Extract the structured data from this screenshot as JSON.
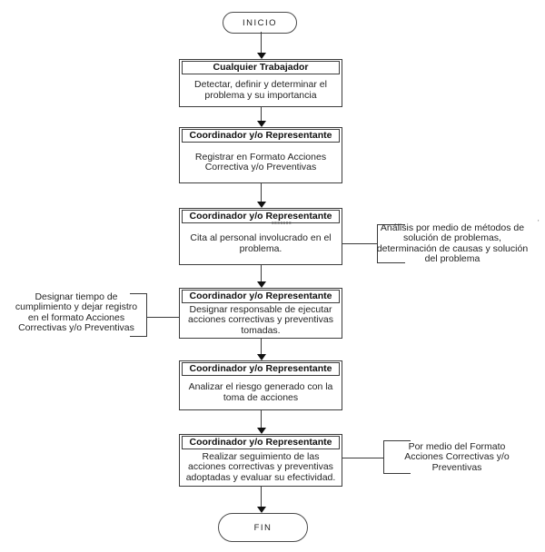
{
  "flow": {
    "start_label": "INICIO",
    "end_label": "FIN",
    "boxes": [
      {
        "header": "Cualquier Trabajador",
        "body": "Detectar, definir y determinar el\nproblema y su importancia"
      },
      {
        "header": "Coordinador y/o Representante",
        "body": "Registrar en Formato Acciones\nCorrectiva y/o Preventivas"
      },
      {
        "header": "Coordinador y/o Representante",
        "artifact": "coossoo",
        "body": "Cita al personal involucrado en el\nproblema."
      },
      {
        "header": "Coordinador y/o Representante",
        "body": "Designar responsable de ejecutar\nacciones correctivas y preventivas\ntomadas."
      },
      {
        "header": "Coordinador y/o Representante",
        "body": "Analizar el riesgo generado con la\ntoma de acciones"
      },
      {
        "header": "Coordinador y/o Representante",
        "body": "Realizar seguimiento de las\nacciones correctivas y preventivas\nadoptadas y evaluar su efectividad."
      }
    ],
    "annotations": [
      {
        "side": "right",
        "text": "Análisis por medio de métodos de\nsolución de problemas,\ndeterminación de causas y solución\ndel problema"
      },
      {
        "side": "left",
        "text": "Designar tiempo de\ncumplimiento y dejar registro\nen el formato Acciones\nCorrectivas y/o Preventivas"
      },
      {
        "side": "right",
        "text": "Por medio del Formato\nAcciones Correctivas y/o\nPreventivas"
      }
    ],
    "stray_mark": "'",
    "colors": {
      "background": "#ffffff",
      "line": "#3a3a3a",
      "text": "#242424",
      "arrowhead": "#111111"
    }
  }
}
